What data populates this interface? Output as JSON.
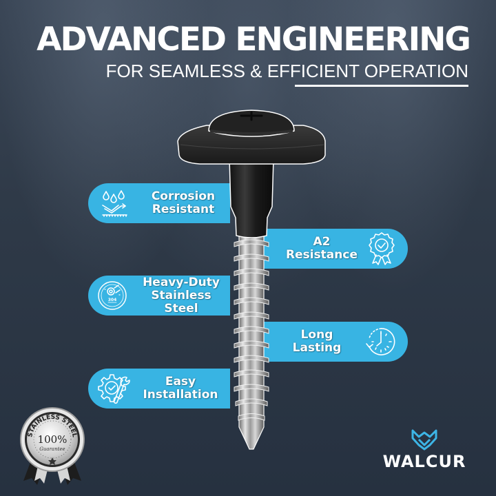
{
  "header": {
    "title": "ADVANCED ENGINEERING",
    "subtitle": "FOR SEAMLESS & EFFICIENT OPERATION"
  },
  "features": [
    {
      "line1": "Corrosion",
      "line2": "Resistant",
      "icon": "water-drops-icon",
      "side": "left"
    },
    {
      "line1": "A2",
      "line2": "Resistance",
      "icon": "award-ribbon-check-icon",
      "side": "right"
    },
    {
      "line1": "Heavy-Duty",
      "line2": "Stainless Steel",
      "icon": "stainless-steel-304-icon",
      "side": "left"
    },
    {
      "line1": "Long",
      "line2": "Lasting",
      "icon": "clock-icon",
      "side": "right"
    },
    {
      "line1": "Easy",
      "line2": "Installation",
      "icon": "gear-wrench-check-icon",
      "side": "left"
    }
  ],
  "badge": {
    "top_text": "STAINLESS STEEL",
    "percent": "100%",
    "script": "Guarantee"
  },
  "brand": {
    "name": "WALCUR"
  },
  "colors": {
    "accent": "#38b4e3",
    "background": "#2f3a48",
    "brand_logo": "#3db5e6",
    "text": "#ffffff"
  }
}
